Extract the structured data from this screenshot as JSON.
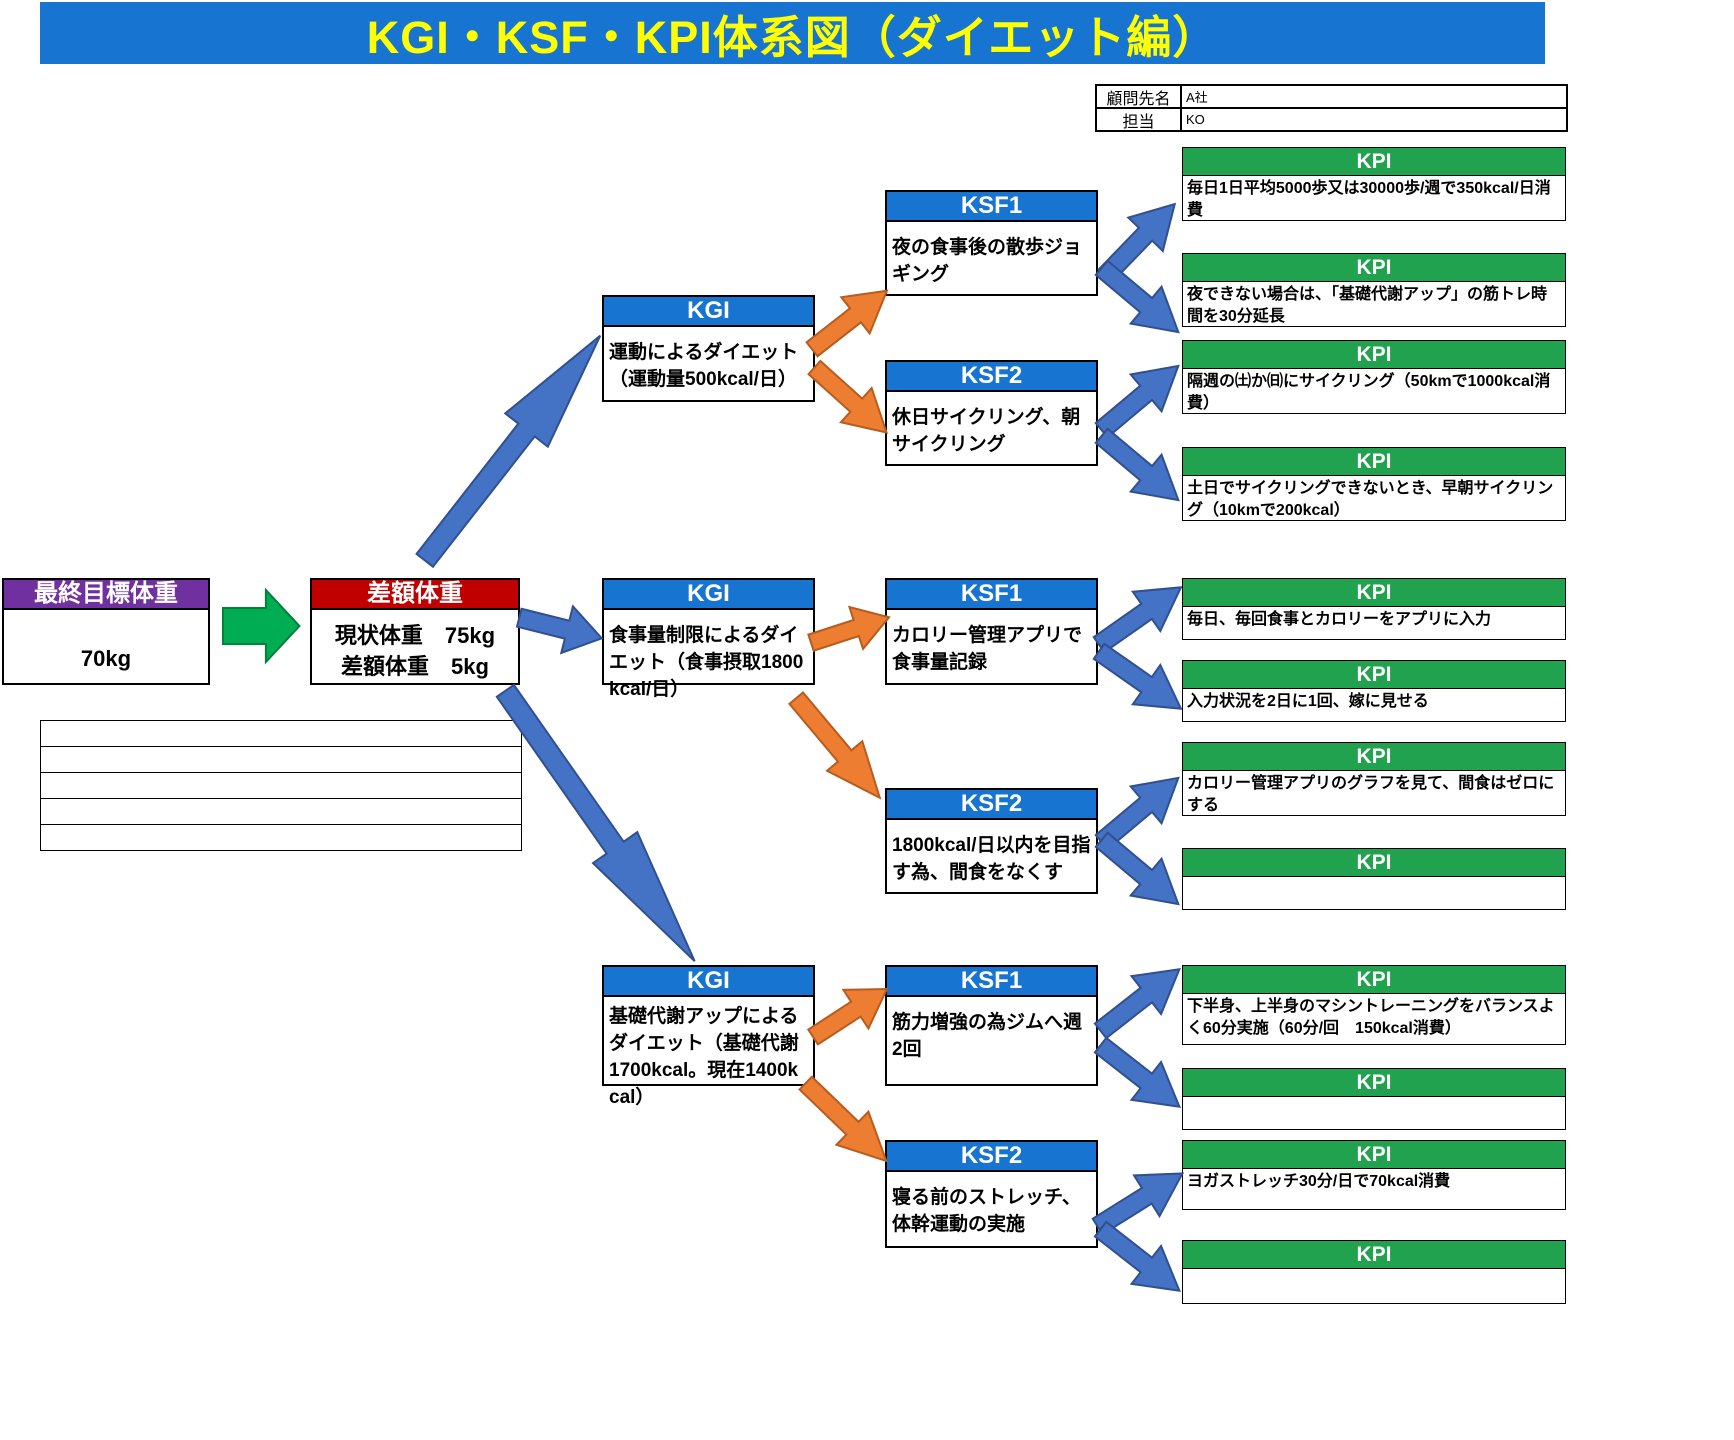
{
  "title": {
    "text": "KGI・KSF・KPI体系図（ダイエット編）"
  },
  "info_table": {
    "rows": [
      {
        "label": "顧問先名",
        "value": "A社"
      },
      {
        "label": "担当",
        "value": "KO"
      }
    ]
  },
  "goal": {
    "header": "最終目標体重",
    "value": "70kg"
  },
  "diff": {
    "header": "差額体重",
    "line1": "現状体重　75kg",
    "line2": "差額体重　5kg"
  },
  "kgi": [
    {
      "header": "KGI",
      "body": "運動によるダイエット（運動量500kcal/日）"
    },
    {
      "header": "KGI",
      "body": "食事量制限によるダイエット（食事摂取1800kcal/日）"
    },
    {
      "header": "KGI",
      "body": "基礎代謝アップによるダイエット（基礎代謝1700kcal。現在1400kcal）"
    }
  ],
  "ksf": [
    {
      "header": "KSF1",
      "body": "夜の食事後の散歩ジョギング"
    },
    {
      "header": "KSF2",
      "body": "休日サイクリング、朝サイクリング"
    },
    {
      "header": "KSF1",
      "body": "カロリー管理アプリで食事量記録"
    },
    {
      "header": "KSF2",
      "body": "1800kcal/日以内を目指す為、間食をなくす"
    },
    {
      "header": "KSF1",
      "body": "筋力増強の為ジムへ週2回"
    },
    {
      "header": "KSF2",
      "body": "寝る前のストレッチ、体幹運動の実施"
    }
  ],
  "kpi": [
    {
      "header": "KPI",
      "body": "毎日1日平均5000歩又は30000歩/週で350kcal/日消費"
    },
    {
      "header": "KPI",
      "body": "夜できない場合は、「基礎代謝アップ」の筋トレ時間を30分延長"
    },
    {
      "header": "KPI",
      "body": "隔週の㈯か㈰にサイクリング（50kmで1000kcal消費）"
    },
    {
      "header": "KPI",
      "body": "土日でサイクリングできないとき、早朝サイクリング（10kmで200kcal）"
    },
    {
      "header": "KPI",
      "body": "毎日、毎回食事とカロリーをアプリに入力"
    },
    {
      "header": "KPI",
      "body": "入力状況を2日に1回、嫁に見せる"
    },
    {
      "header": "KPI",
      "body": "カロリー管理アプリのグラフを見て、間食はゼロにする"
    },
    {
      "header": "KPI",
      "body": ""
    },
    {
      "header": "KPI",
      "body": "下半身、上半身のマシントレーニングをバランスよく60分実施（60分/回　150kcal消費）"
    },
    {
      "header": "KPI",
      "body": ""
    },
    {
      "header": "KPI",
      "body": "ヨガストレッチ30分/日で70kcal消費"
    },
    {
      "header": "KPI",
      "body": ""
    }
  ],
  "empty_table": {
    "rows": 5
  },
  "colors": {
    "title_bar": "#1774d0",
    "title_text": "#ffff00",
    "header_blue": "#1774d0",
    "header_green": "#21a24e",
    "header_purple": "#7030a0",
    "header_red": "#c00000",
    "arrow_blue": "#4472c4",
    "arrow_orange": "#ed7d31",
    "arrow_green": "#00ad52"
  }
}
